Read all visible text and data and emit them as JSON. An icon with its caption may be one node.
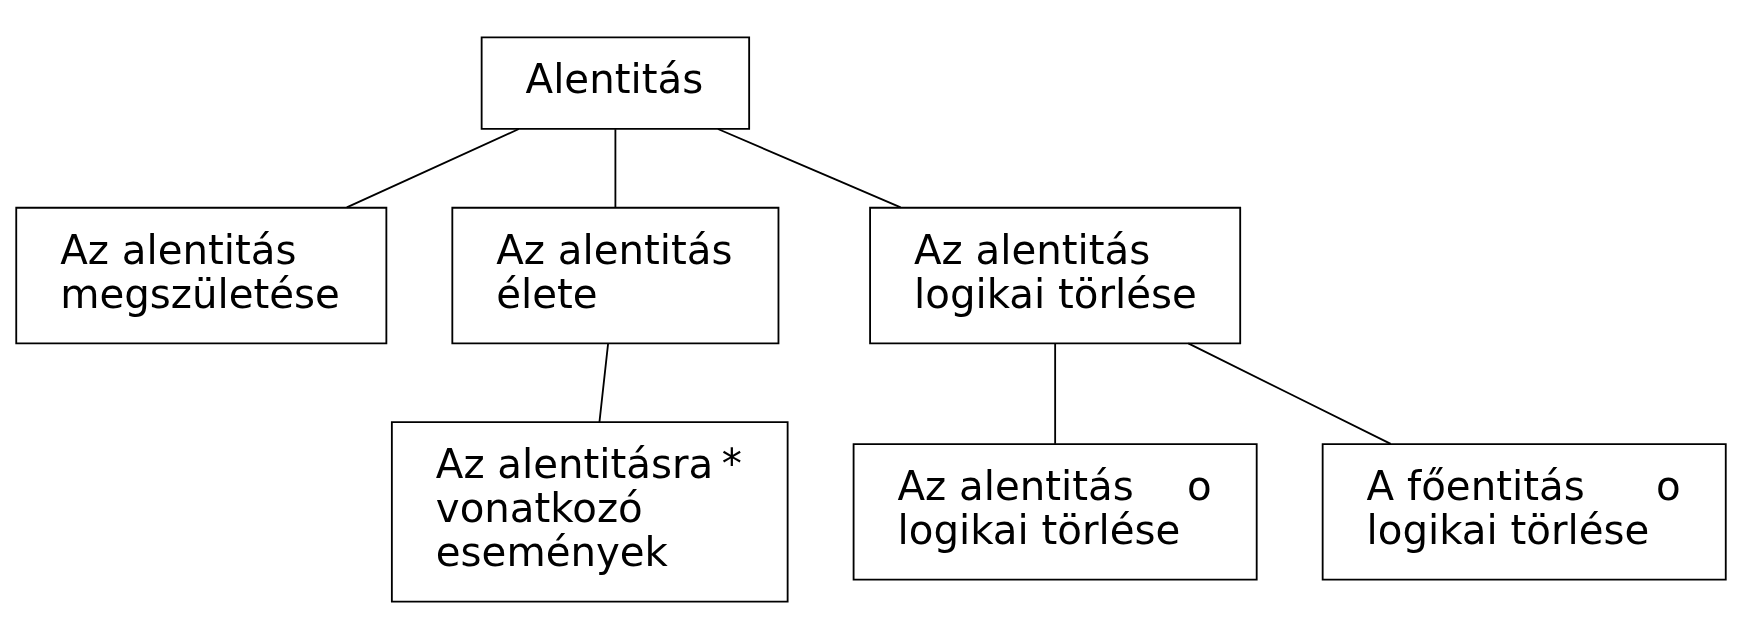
{
  "diagram": {
    "nodes": [
      {
        "text": [
          "Alentitás"
        ]
      },
      {
        "text": [
          "Az alentitás megszületése"
        ]
      },
      {
        "text": [
          "Az alentitás élete"
        ]
      },
      {
        "text": [
          "Az alentitás logikai törlése"
        ]
      },
      {
        "text": [
          "Az alentitásra vonatkozó események",
          "*"
        ]
      },
      {
        "text": [
          "Az alentitás logikai törlése",
          "o"
        ]
      },
      {
        "text": [
          "A főentitás logikai törlése",
          "o"
        ]
      }
    ],
    "edges": [
      {
        "from": 0,
        "to": 1,
        "arrow": "none"
      },
      {
        "from": 0,
        "to": 2,
        "arrow": "none"
      },
      {
        "from": 0,
        "to": 3,
        "arrow": "none"
      },
      {
        "from": 2,
        "to": 4,
        "arrow": "none"
      },
      {
        "from": 3,
        "to": 5,
        "arrow": "none"
      },
      {
        "from": 3,
        "to": 6,
        "arrow": "none"
      }
    ]
  }
}
